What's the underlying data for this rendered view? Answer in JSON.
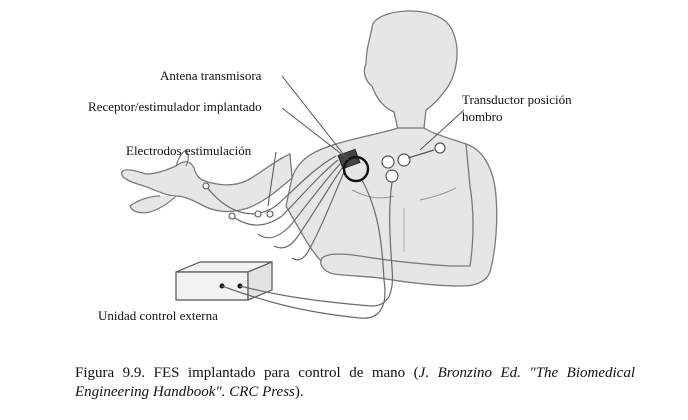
{
  "labels": {
    "antenna": "Antena transmisora",
    "receiver": "Receptor/estimulador implantado",
    "electrodes": "Electrodos estimulación",
    "transducer_line1": "Transductor posición",
    "transducer_line2": "hombro",
    "control_unit": "Unidad control externa"
  },
  "caption": {
    "prefix": "Figura 9.9. FES implantado para control de mano (",
    "italic_ref": "J. Bronzino Ed. \"The Biomedical Engineering Handbook\". CRC Press",
    "suffix": ")."
  },
  "colors": {
    "ink": "#111111",
    "line": "#555555",
    "skin_fill": "#e6e6e6",
    "skin_stroke": "#7a7a7a",
    "box_fill": "#f2f2f2"
  }
}
